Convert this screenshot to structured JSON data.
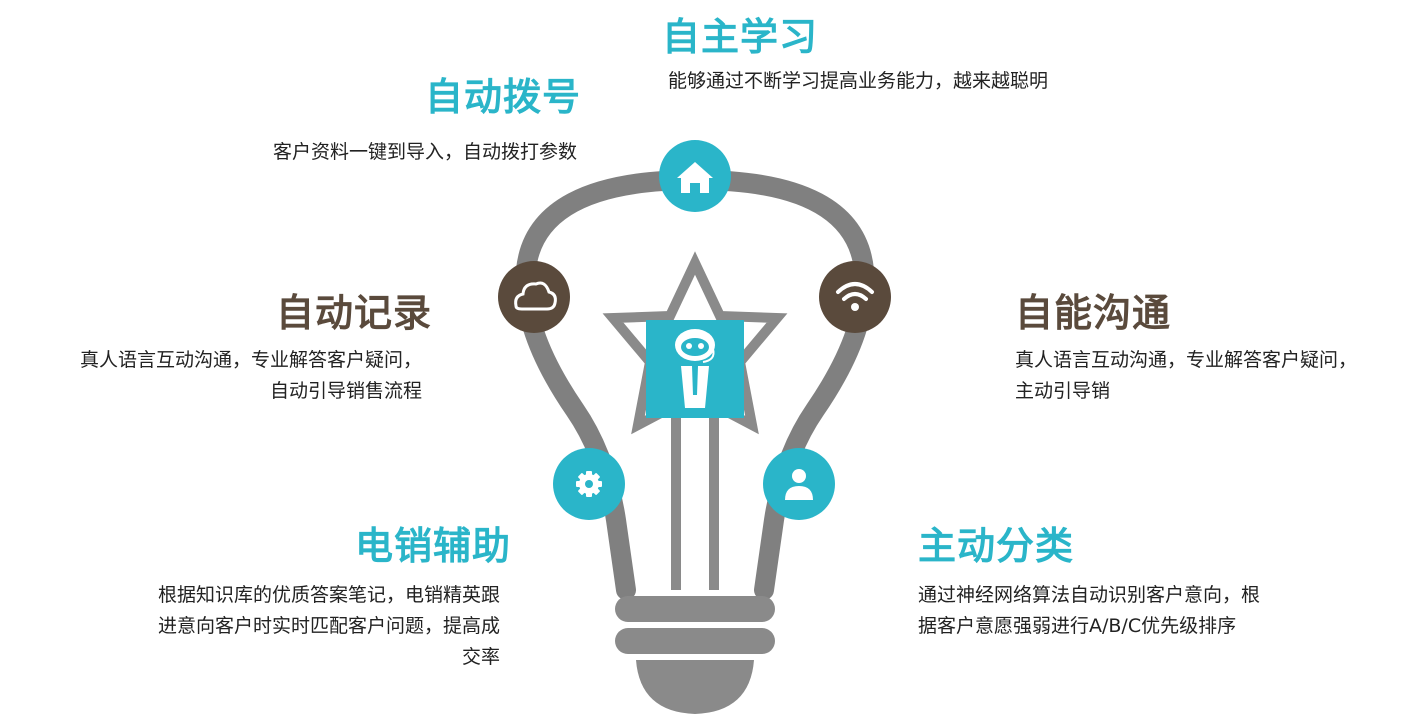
{
  "features": {
    "zizhu": {
      "title": "自主学习",
      "desc": [
        "能够通过不断学习提高业务能力，越来越聪明"
      ],
      "icon": "home-icon",
      "color": "#2ab5c9"
    },
    "bohao": {
      "title": "自动拨号",
      "desc": [
        "客户资料一键到导入，自动拨打参数"
      ],
      "color": "#2ab5c9"
    },
    "jilu": {
      "title": "自动记录",
      "desc": [
        "真人语言互动沟通，专业解答客户疑问，",
        "自动引导销售流程"
      ],
      "icon": "cloud-icon",
      "color": "#5a4a3c"
    },
    "goutong": {
      "title": "自能沟通",
      "desc": [
        "真人语言互动沟通，专业解答客户疑问，",
        "主动引导销"
      ],
      "icon": "wifi-icon",
      "color": "#5a4a3c"
    },
    "fuzhu": {
      "title": "电销辅助",
      "desc": [
        "根据知识库的优质答案笔记，电销精英跟",
        "进意向客户时实时匹配客户问题，提高成",
        "交率"
      ],
      "icon": "gear-icon",
      "color": "#2ab5c9"
    },
    "fenlei": {
      "title": "主动分类",
      "desc": [
        "通过神经网络算法自动识别客户意向，根",
        "据客户意愿强弱进行A/B/C优先级排序"
      ],
      "icon": "user-icon",
      "color": "#2ab5c9"
    }
  },
  "colors": {
    "teal": "#2ab5c9",
    "brown": "#5a4a3c",
    "bulb_gray": "#808080",
    "base_gray": "#8a8a8a"
  }
}
